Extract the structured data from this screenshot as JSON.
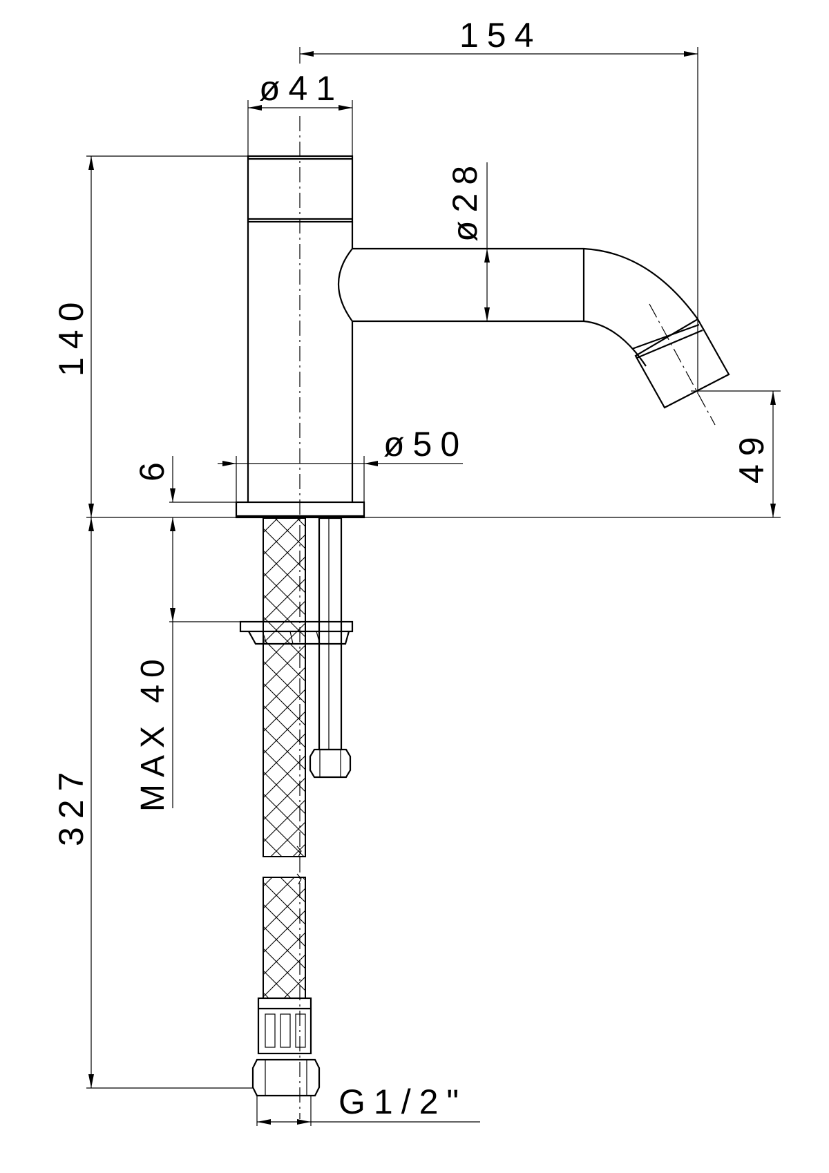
{
  "dimensions": {
    "overall_length": "154",
    "body_diameter": "ø41",
    "spout_diameter": "ø28",
    "base_diameter": "ø50",
    "height_above_deck": "140",
    "spout_outlet_height": "49",
    "base_ring_thickness": "6",
    "max_deck_thickness": "MAX 40",
    "hose_length": "327",
    "connection_thread": "G1/2\""
  }
}
